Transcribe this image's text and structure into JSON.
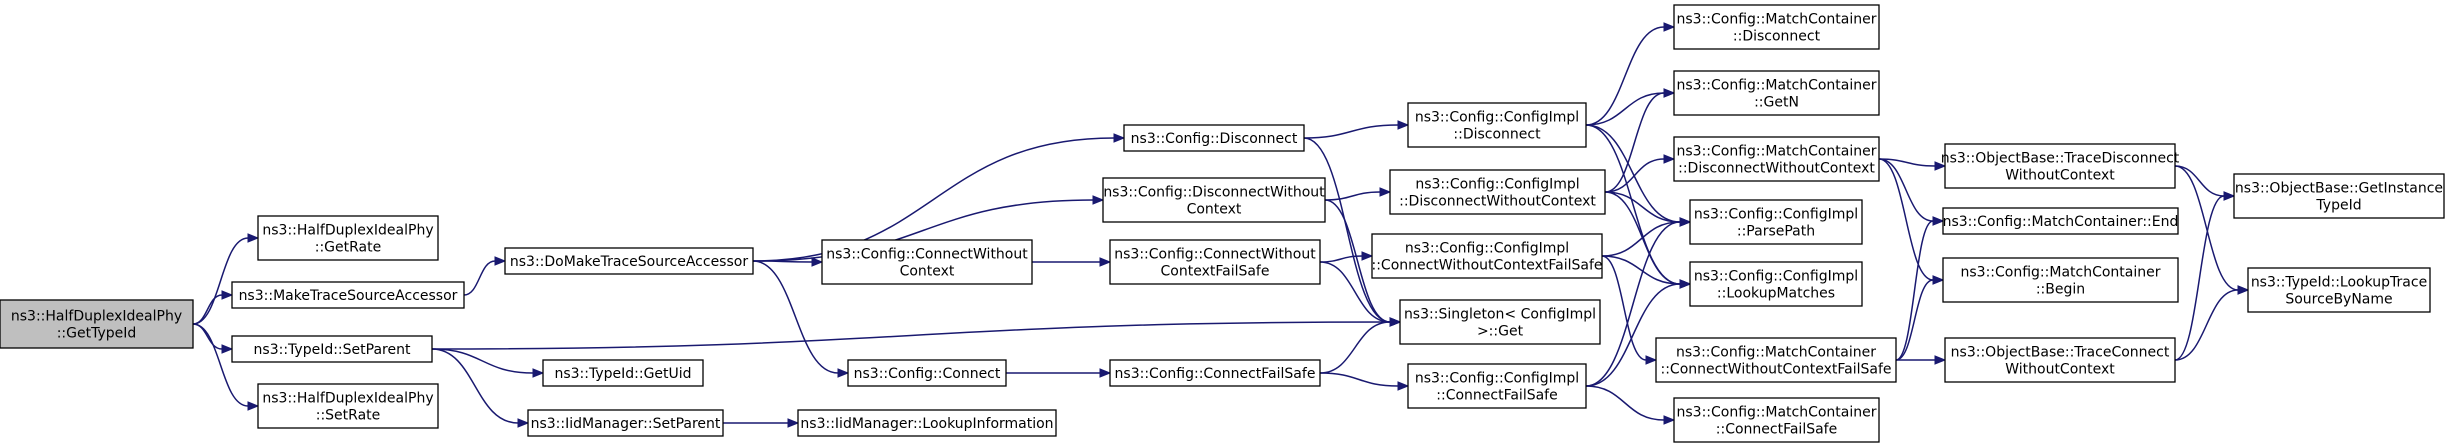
{
  "diagram": {
    "type": "call-graph",
    "nodes": {
      "getTypeId": [
        "ns3::HalfDuplexIdealPhy",
        "::GetTypeId"
      ],
      "getRate": [
        "ns3::HalfDuplexIdealPhy",
        "::GetRate"
      ],
      "makeAccessor": [
        "ns3::MakeTraceSourceAccessor"
      ],
      "setParent": [
        "ns3::TypeId::SetParent"
      ],
      "setRate": [
        "ns3::HalfDuplexIdealPhy",
        "::SetRate"
      ],
      "doMake": [
        "ns3::DoMakeTraceSourceAccessor"
      ],
      "getUid": [
        "ns3::TypeId::GetUid"
      ],
      "iidSetParent": [
        "ns3::IidManager::SetParent"
      ],
      "configDisconnect": [
        "ns3::Config::Disconnect"
      ],
      "disconnectWithout": [
        "ns3::Config::DisconnectWithout",
        "Context"
      ],
      "connectWithout": [
        "ns3::Config::ConnectWithout",
        "Context"
      ],
      "configConnect": [
        "ns3::Config::Connect"
      ],
      "lookupInfo": [
        "ns3::IidManager::LookupInformation"
      ],
      "connectWithoutFailSafe": [
        "ns3::Config::ConnectWithout",
        "ContextFailSafe"
      ],
      "connectFailSafe": [
        "ns3::Config::ConnectFailSafe"
      ],
      "implDisconnect": [
        "ns3::Config::ConfigImpl",
        "::Disconnect"
      ],
      "implDisconnectWithout": [
        "ns3::Config::ConfigImpl",
        "::DisconnectWithoutContext"
      ],
      "implConnectWithoutFailSafe": [
        "ns3::Config::ConfigImpl",
        "::ConnectWithoutContextFailSafe"
      ],
      "singletonGet": [
        "ns3::Singleton< ConfigImpl",
        ">::Get"
      ],
      "implConnectFailSafe": [
        "ns3::Config::ConfigImpl",
        "::ConnectFailSafe"
      ],
      "mcDisconnect": [
        "ns3::Config::MatchContainer",
        "::Disconnect"
      ],
      "mcGetN": [
        "ns3::Config::MatchContainer",
        "::GetN"
      ],
      "mcDisconnectWithout": [
        "ns3::Config::MatchContainer",
        "::DisconnectWithoutContext"
      ],
      "parsePath": [
        "ns3::Config::ConfigImpl",
        "::ParsePath"
      ],
      "lookupMatches": [
        "ns3::Config::ConfigImpl",
        "::LookupMatches"
      ],
      "mcConnectWithoutFailSafe": [
        "ns3::Config::MatchContainer",
        "::ConnectWithoutContextFailSafe"
      ],
      "mcConnectFailSafe": [
        "ns3::Config::MatchContainer",
        "::ConnectFailSafe"
      ],
      "traceDisconnect": [
        "ns3::ObjectBase::TraceDisconnect",
        "WithoutContext"
      ],
      "mcEnd": [
        "ns3::Config::MatchContainer::End"
      ],
      "mcBegin": [
        "ns3::Config::MatchContainer",
        "::Begin"
      ],
      "traceConnect": [
        "ns3::ObjectBase::TraceConnect",
        "WithoutContext"
      ],
      "getInstanceTypeId": [
        "ns3::ObjectBase::GetInstance",
        "TypeId"
      ],
      "lookupTraceSource": [
        "ns3::TypeId::LookupTrace",
        "SourceByName"
      ]
    },
    "edges": [
      [
        "getTypeId",
        "getRate"
      ],
      [
        "getTypeId",
        "makeAccessor"
      ],
      [
        "getTypeId",
        "setParent"
      ],
      [
        "getTypeId",
        "setRate"
      ],
      [
        "makeAccessor",
        "doMake"
      ],
      [
        "setParent",
        "getUid"
      ],
      [
        "setParent",
        "iidSetParent"
      ],
      [
        "setParent",
        "singletonGet"
      ],
      [
        "iidSetParent",
        "lookupInfo"
      ],
      [
        "doMake",
        "configDisconnect"
      ],
      [
        "doMake",
        "disconnectWithout"
      ],
      [
        "doMake",
        "connectWithout"
      ],
      [
        "doMake",
        "configConnect"
      ],
      [
        "configDisconnect",
        "implDisconnect"
      ],
      [
        "configDisconnect",
        "singletonGet"
      ],
      [
        "disconnectWithout",
        "implDisconnectWithout"
      ],
      [
        "disconnectWithout",
        "singletonGet"
      ],
      [
        "connectWithout",
        "connectWithoutFailSafe"
      ],
      [
        "configConnect",
        "connectFailSafe"
      ],
      [
        "connectWithoutFailSafe",
        "implConnectWithoutFailSafe"
      ],
      [
        "connectWithoutFailSafe",
        "singletonGet"
      ],
      [
        "connectFailSafe",
        "implConnectFailSafe"
      ],
      [
        "connectFailSafe",
        "singletonGet"
      ],
      [
        "implDisconnect",
        "mcDisconnect"
      ],
      [
        "implDisconnect",
        "mcGetN"
      ],
      [
        "implDisconnect",
        "parsePath"
      ],
      [
        "implDisconnect",
        "lookupMatches"
      ],
      [
        "implDisconnectWithout",
        "mcGetN"
      ],
      [
        "implDisconnectWithout",
        "mcDisconnectWithout"
      ],
      [
        "implDisconnectWithout",
        "parsePath"
      ],
      [
        "implDisconnectWithout",
        "lookupMatches"
      ],
      [
        "implConnectWithoutFailSafe",
        "parsePath"
      ],
      [
        "implConnectWithoutFailSafe",
        "lookupMatches"
      ],
      [
        "implConnectWithoutFailSafe",
        "mcConnectWithoutFailSafe"
      ],
      [
        "implConnectFailSafe",
        "parsePath"
      ],
      [
        "implConnectFailSafe",
        "lookupMatches"
      ],
      [
        "implConnectFailSafe",
        "mcConnectFailSafe"
      ],
      [
        "mcDisconnectWithout",
        "traceDisconnect"
      ],
      [
        "mcDisconnectWithout",
        "mcEnd"
      ],
      [
        "mcDisconnectWithout",
        "mcBegin"
      ],
      [
        "mcConnectWithoutFailSafe",
        "mcEnd"
      ],
      [
        "mcConnectWithoutFailSafe",
        "mcBegin"
      ],
      [
        "mcConnectWithoutFailSafe",
        "traceConnect"
      ],
      [
        "traceDisconnect",
        "getInstanceTypeId"
      ],
      [
        "traceDisconnect",
        "lookupTraceSource"
      ],
      [
        "traceConnect",
        "getInstanceTypeId"
      ],
      [
        "traceConnect",
        "lookupTraceSource"
      ]
    ],
    "colors": {
      "edge": "#191970",
      "root_fill": "#bfbfbf",
      "node_fill": "#ffffff",
      "node_border": "#000000"
    }
  }
}
